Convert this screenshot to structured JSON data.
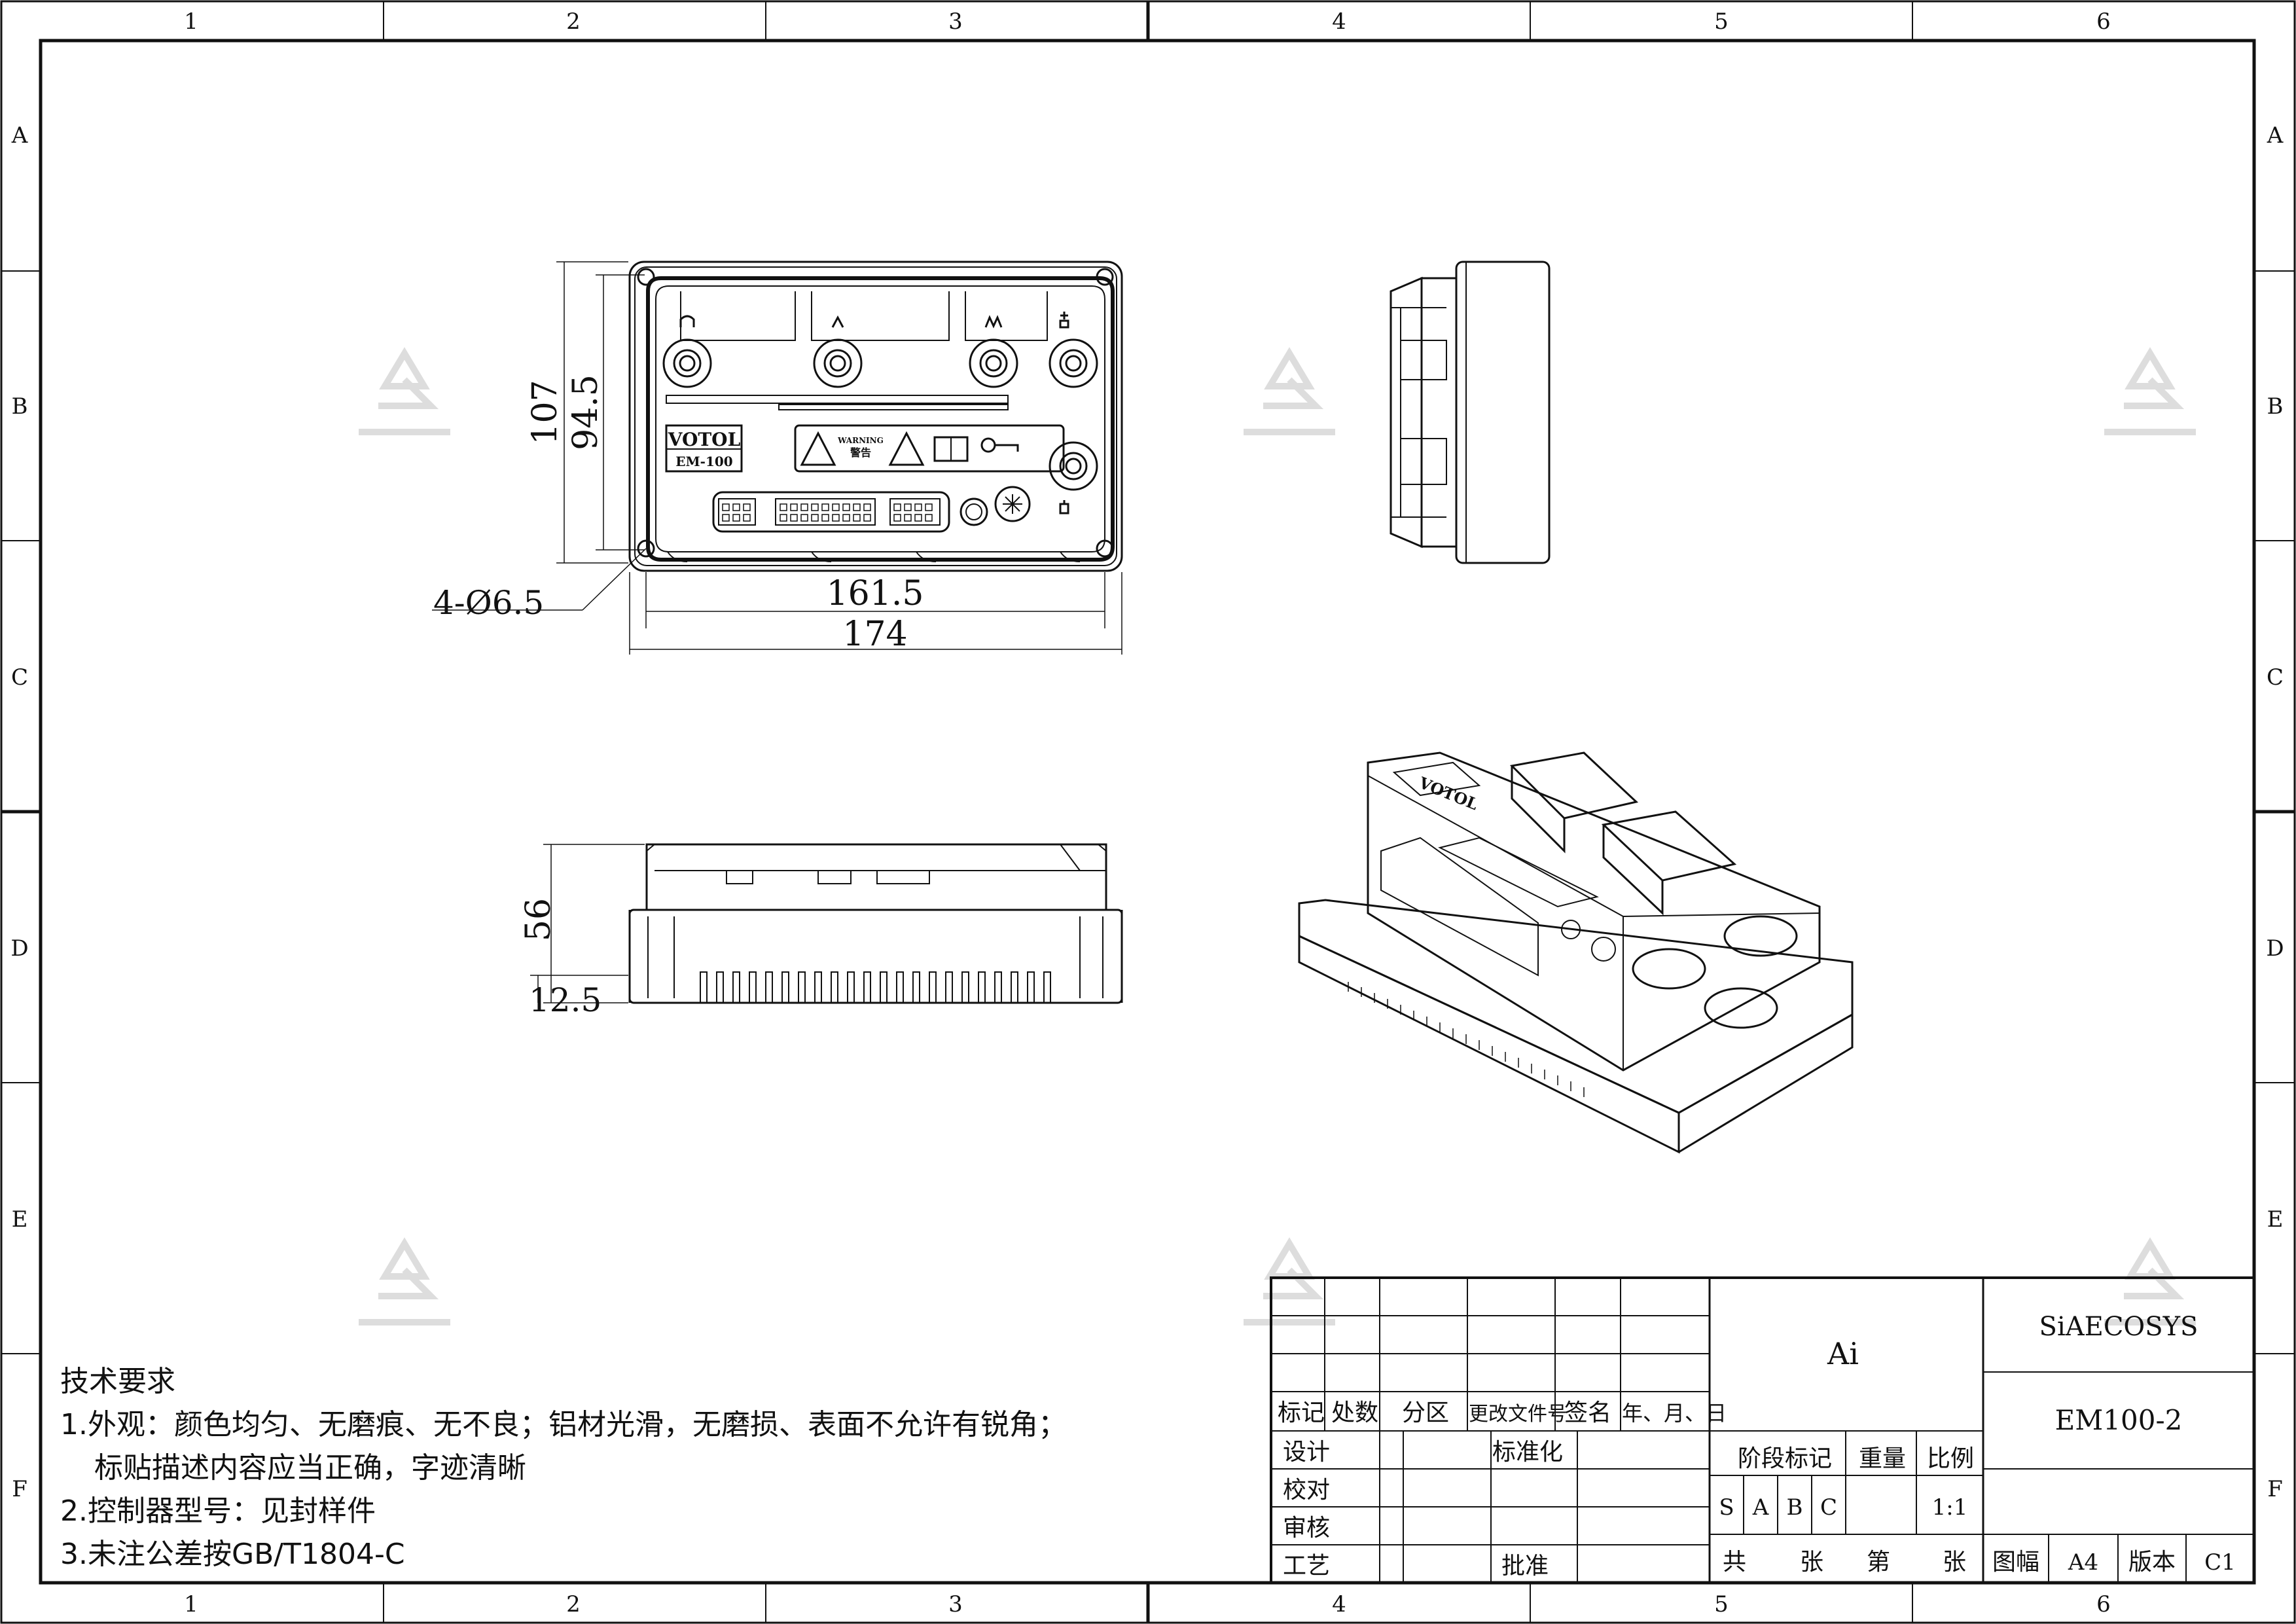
{
  "frame": {
    "col_labels": [
      "1",
      "2",
      "3",
      "4",
      "5",
      "6"
    ],
    "row_labels": [
      "A",
      "B",
      "C",
      "D",
      "E",
      "F"
    ]
  },
  "dimensions": {
    "height_total": "107",
    "height_inner": "94.5",
    "hole_callout": "4-Ø6.5",
    "width_inner": "161.5",
    "width_total": "174",
    "side_height": "56",
    "flange_height": "12.5"
  },
  "product": {
    "brand": "VOTOL",
    "model_plate": "EM-100",
    "warning_en": "WARNING",
    "warning_cn": "警告"
  },
  "notes": {
    "title": "技术要求",
    "line1": "1.外观：颜色均匀、无磨痕、无不良；铝材光滑，无磨损、表面不允许有锐角；",
    "line1b": "标贴描述内容应当正确，字迹清晰",
    "line2": "2.控制器型号：见封样件",
    "line3": "3.未注公差按GB/T1804-C"
  },
  "title_block": {
    "h_biaoji": "标记",
    "h_chushu": "处数",
    "h_fenqu": "分区",
    "h_genggai": "更改文件号",
    "h_qianming": "签名",
    "h_date": "年、月、日",
    "sheji": "设计",
    "biaozhunhua": "标准化",
    "jiaodui": "校对",
    "shenhe": "审核",
    "gongyi": "工艺",
    "pizhun": "批准",
    "material": "Ai",
    "jieduan": "阶段标记",
    "zhongliang": "重量",
    "bili": "比例",
    "stages": [
      "S",
      "A",
      "B",
      "C"
    ],
    "scale": "1:1",
    "gong": "共",
    "zhang1": "张",
    "di": "第",
    "zhang2": "张",
    "company": "SiAECOSYS",
    "drawing_no": "EM100-2",
    "tufu": "图幅",
    "size": "A4",
    "banben": "版本",
    "version": "C1"
  }
}
